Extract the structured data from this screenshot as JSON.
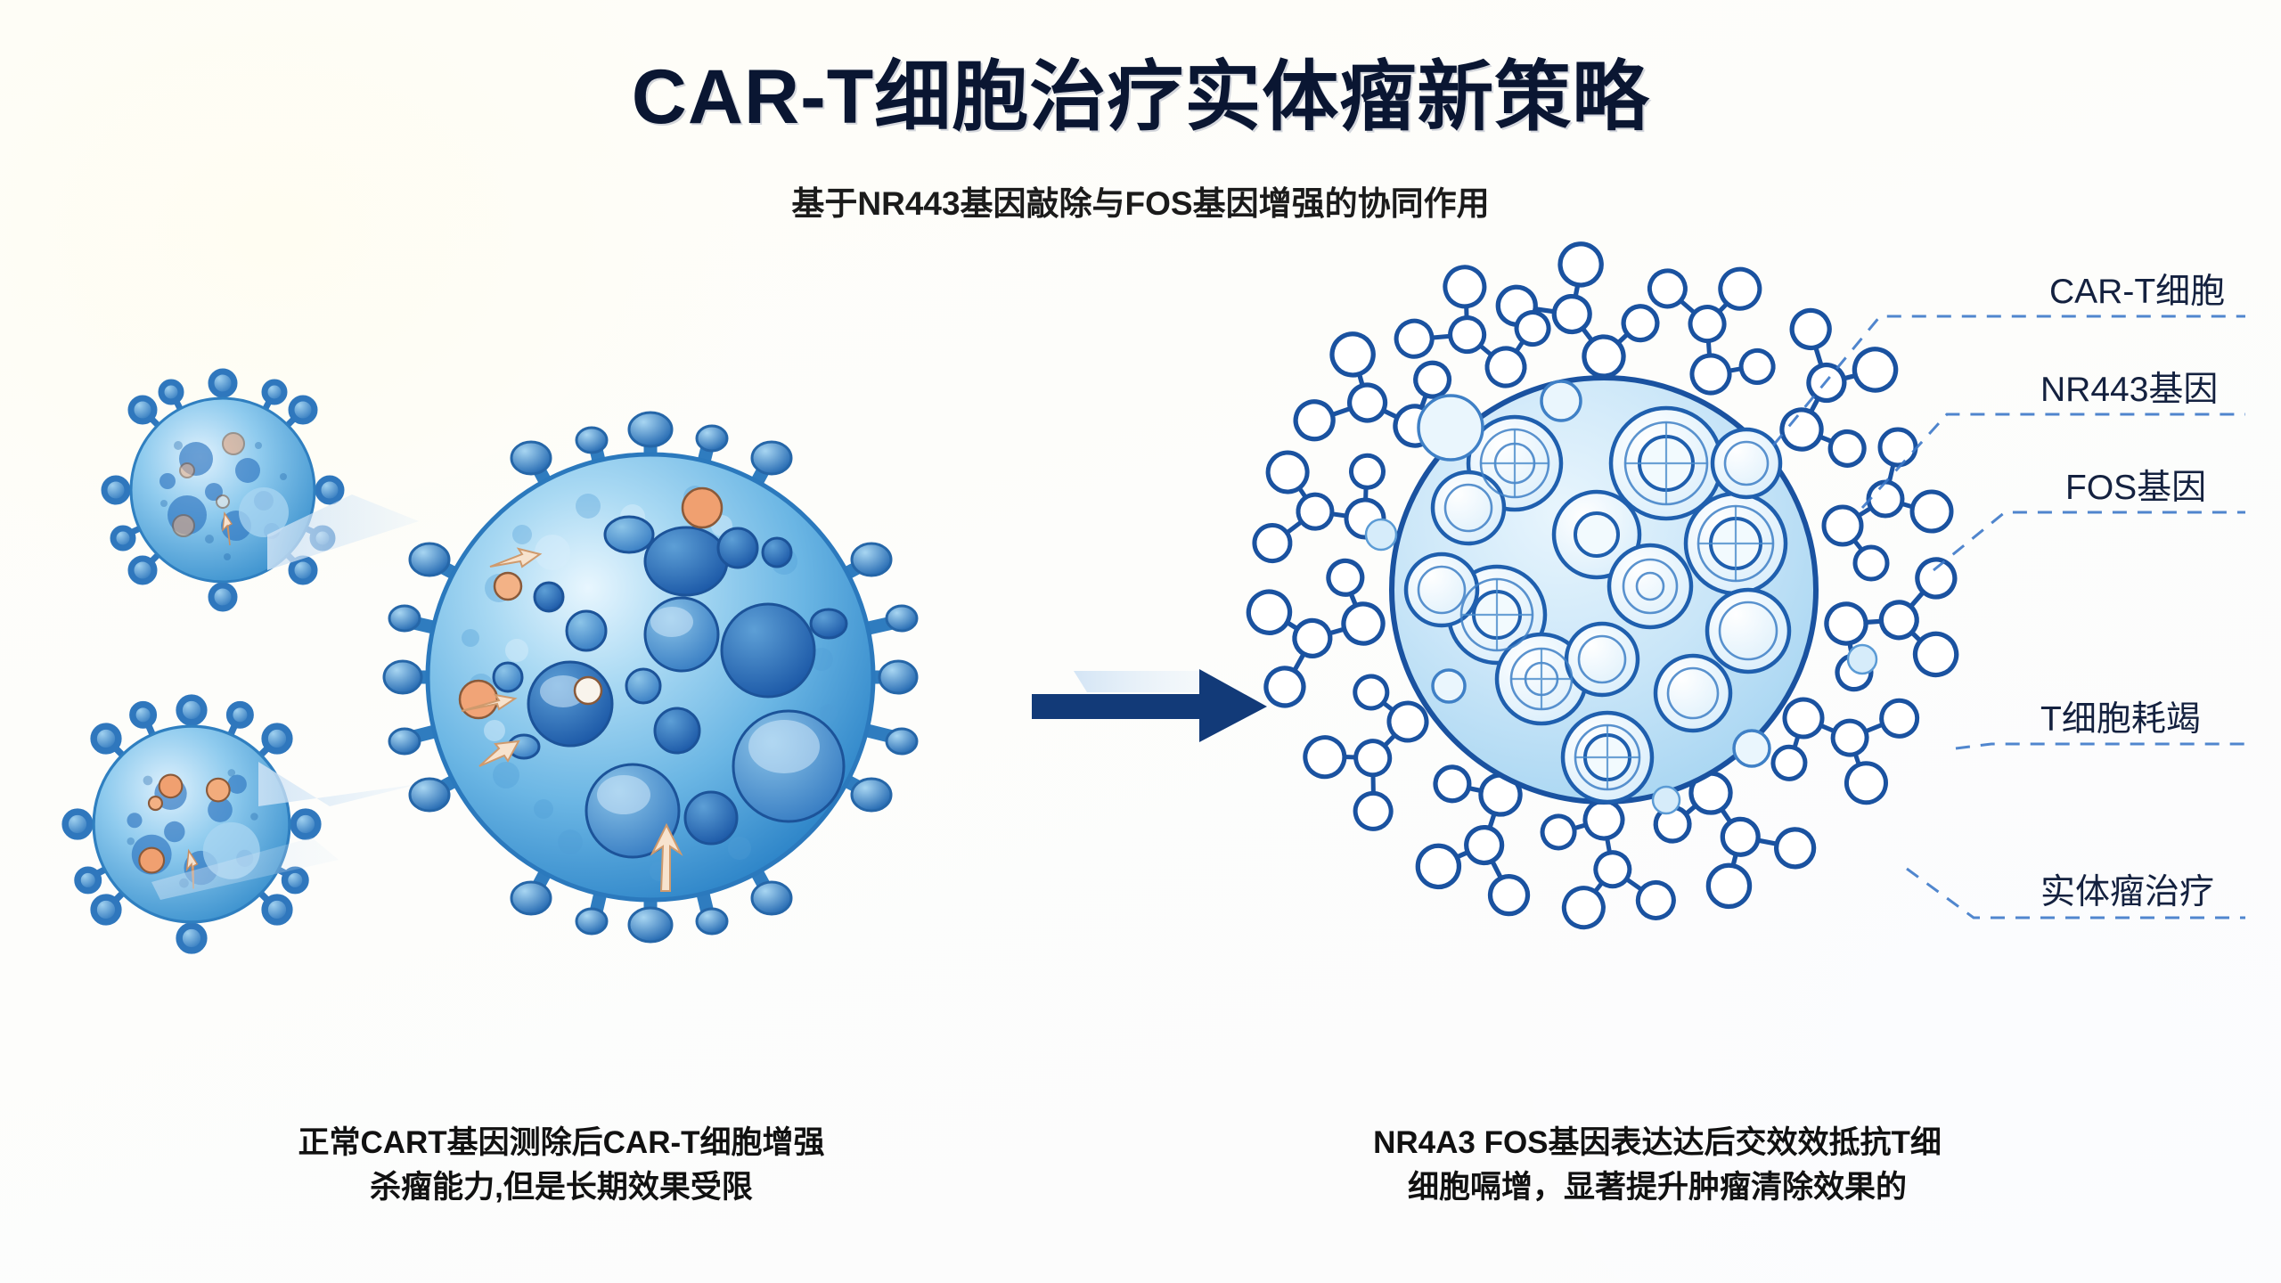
{
  "header": {
    "title": "CAR-T细胞治疗实体瘤新策略",
    "subtitle": "基于NR443基因敲除与FOS基因增强的协同作用"
  },
  "captions": {
    "left": {
      "line1": "正常CART基因测除后CAR-T细胞增强",
      "line2": "杀瘤能力,但是长期效果受限"
    },
    "right": {
      "line1": "NR4A3 FOS基因表达达后交效效抵抗T细",
      "line2": "细胞嗝增，显著提升肿瘤清除效果的"
    }
  },
  "callouts": [
    {
      "label": "CAR-T细胞"
    },
    {
      "label": "NR443基因"
    },
    {
      "label": "FOS基因"
    },
    {
      "label": "T细胞耗竭"
    },
    {
      "label": "实体瘤治疗"
    }
  ],
  "colors": {
    "background": "#fdfdf8",
    "title": "#0a1632",
    "label": "#14213f",
    "arrow": "#123a78",
    "leader_line": "#3d79c9",
    "cell_blue_light": "#8ecbf0",
    "cell_blue_mid": "#3a7fc4",
    "cell_blue_dark": "#1f55a5",
    "outline_blue": "#1a52a0",
    "accent_orange": "#f0a070",
    "beam": "#cfe3f5"
  },
  "figure": {
    "arrow_direction": "right",
    "left_panel_name": "untreated-car-t-cell-group",
    "right_panel_name": "engineered-car-t-cell"
  }
}
